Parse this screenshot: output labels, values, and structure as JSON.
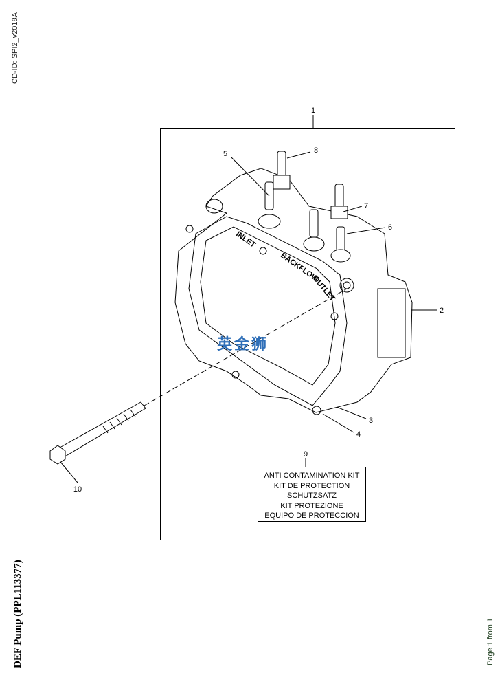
{
  "header": {
    "cd_id": "CD-ID: SPI2_v2018A"
  },
  "document": {
    "title": "DEF Pump (PPL113377)",
    "page_label": "Page 1 from 1"
  },
  "diagram": {
    "callouts": [
      "1",
      "2",
      "3",
      "4",
      "5",
      "6",
      "7",
      "8",
      "9",
      "10"
    ],
    "port_labels": [
      "INLET",
      "BACKFLOW",
      "OUTLET"
    ],
    "kit_label": [
      "ANTI CONTAMINATION KIT",
      "KIT DE PROTECTION",
      "SCHUTZSATZ",
      "KIT PROTEZIONE",
      "EQUIPO DE PROTECCION"
    ],
    "watermark": "英金狮"
  }
}
